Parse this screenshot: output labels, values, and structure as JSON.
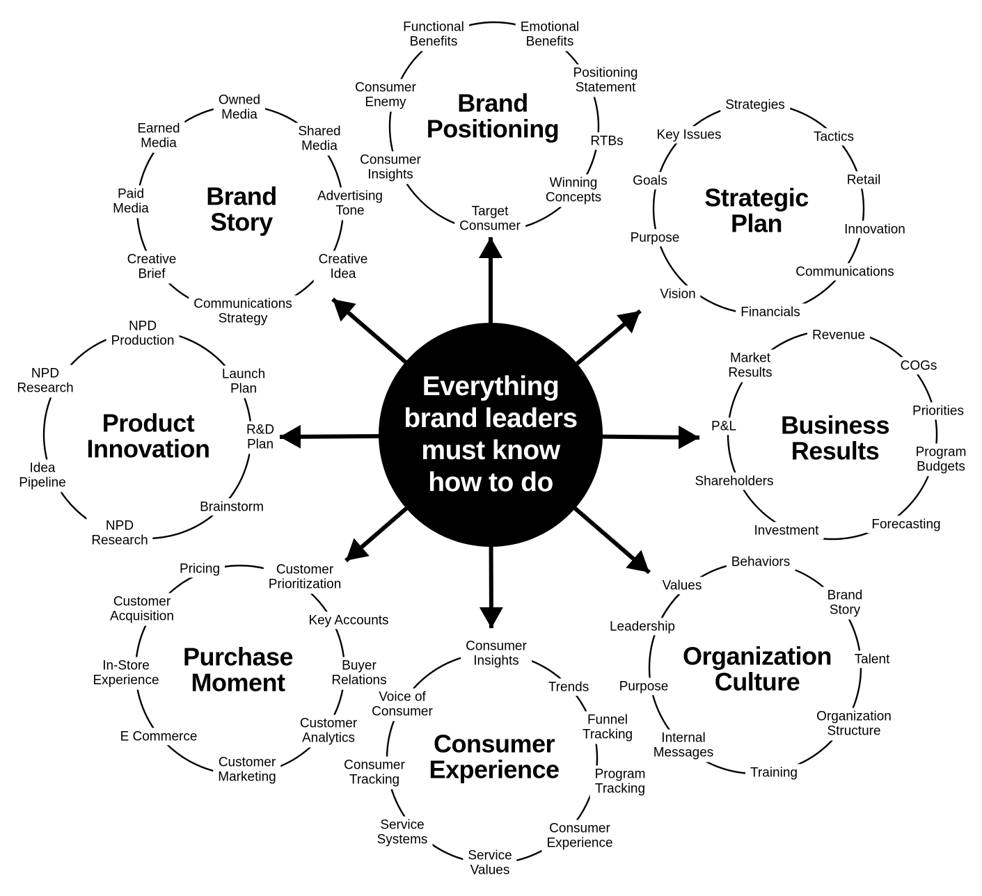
{
  "center": {
    "text": "Everything\nbrand leaders\nmust know\nhow to do",
    "bg_color": "#000000",
    "text_color": "#ffffff"
  },
  "line_color": "#000000",
  "clusters": [
    {
      "title": "Brand\nPositioning",
      "labels": [
        "Functional\nBenefits",
        "Emotional\nBenefits",
        "Positioning\nStatement",
        "RTBs",
        "Winning\nConcepts",
        "Target\nConsumer",
        "Consumer\nInsights",
        "Consumer\nEnemy"
      ]
    },
    {
      "title": "Strategic\nPlan",
      "labels": [
        "Strategies",
        "Tactics",
        "Retail",
        "Innovation",
        "Communications",
        "Financials",
        "Vision",
        "Purpose",
        "Goals",
        "Key Issues"
      ]
    },
    {
      "title": "Business\nResults",
      "labels": [
        "Revenue",
        "COGs",
        "Priorities",
        "Program\nBudgets",
        "Forecasting",
        "Investment",
        "Shareholders",
        "P&L",
        "Market\nResults"
      ]
    },
    {
      "title": "Organization\nCulture",
      "labels": [
        "Behaviors",
        "Brand\nStory",
        "Talent",
        "Organization\nStructure",
        "Training",
        "Internal\nMessages",
        "Purpose",
        "Leadership",
        "Values"
      ]
    },
    {
      "title": "Consumer\nExperience",
      "labels": [
        "Consumer\nInsights",
        "Trends",
        "Funnel\nTracking",
        "Program\nTracking",
        "Consumer\nExperience",
        "Service\nValues",
        "Service\nSystems",
        "Consumer\nTracking",
        "Voice of\nConsumer"
      ]
    },
    {
      "title": "Purchase\nMoment",
      "labels": [
        "Pricing",
        "Customer\nPrioritization",
        "Key Accounts",
        "Buyer\nRelations",
        "Customer\nAnalytics",
        "Customer\nMarketing",
        "E Commerce",
        "In-Store\nExperience",
        "Customer\nAcquisition"
      ]
    },
    {
      "title": "Product\nInnovation",
      "labels": [
        "NPD\nProduction",
        "Launch\nPlan",
        "R&D\nPlan",
        "Brainstorm",
        "NPD\nResearch",
        "Idea\nPipeline",
        "NPD\nResearch"
      ]
    },
    {
      "title": "Brand\nStory",
      "labels": [
        "Owned\nMedia",
        "Shared\nMedia",
        "Advertising\nTone",
        "Creative\nIdea",
        "Communications\nStrategy",
        "Creative\nBrief",
        "Paid\nMedia",
        "Earned\nMedia"
      ]
    }
  ]
}
